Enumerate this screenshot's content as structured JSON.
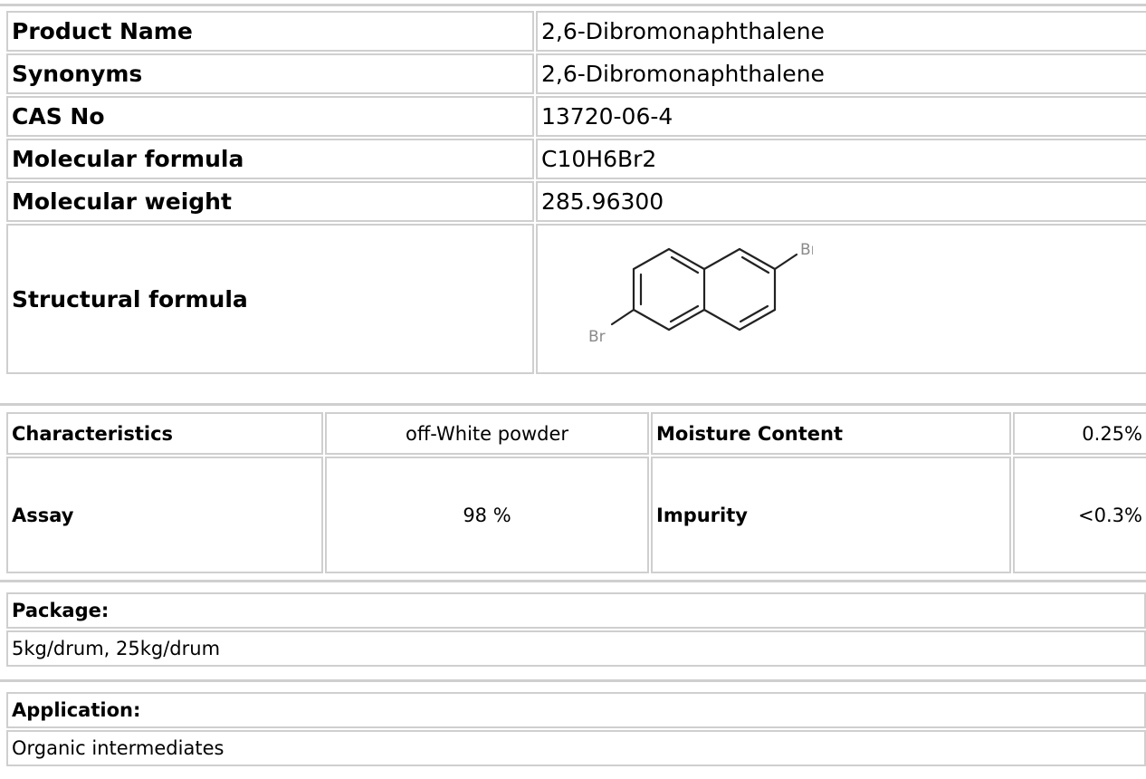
{
  "product_table": {
    "rows": [
      {
        "label": "Product Name",
        "value": "2,6-Dibromonaphthalene"
      },
      {
        "label": "Synonyms",
        "value": "2,6-Dibromonaphthalene"
      },
      {
        "label": "CAS No",
        "value": "13720-06-4"
      },
      {
        "label": "Molecular formula",
        "value": "C10H6Br2"
      },
      {
        "label": "Molecular weight",
        "value": "285.96300"
      }
    ],
    "structural_label": "Structural formula",
    "structure": {
      "atom_label_1": "Br",
      "atom_label_2": "Br"
    }
  },
  "spec_table": {
    "characteristics_label": "Characteristics",
    "characteristics_value": "off-White powder",
    "moisture_label": "Moisture Content",
    "moisture_value": "0.25%",
    "assay_label": "Assay",
    "assay_value": "98 %",
    "impurity_label": "Impurity",
    "impurity_value": "<0.3%"
  },
  "package": {
    "label": "Package:",
    "value": "5kg/drum, 25kg/drum"
  },
  "application": {
    "label": "Application:",
    "value": "Organic intermediates"
  }
}
